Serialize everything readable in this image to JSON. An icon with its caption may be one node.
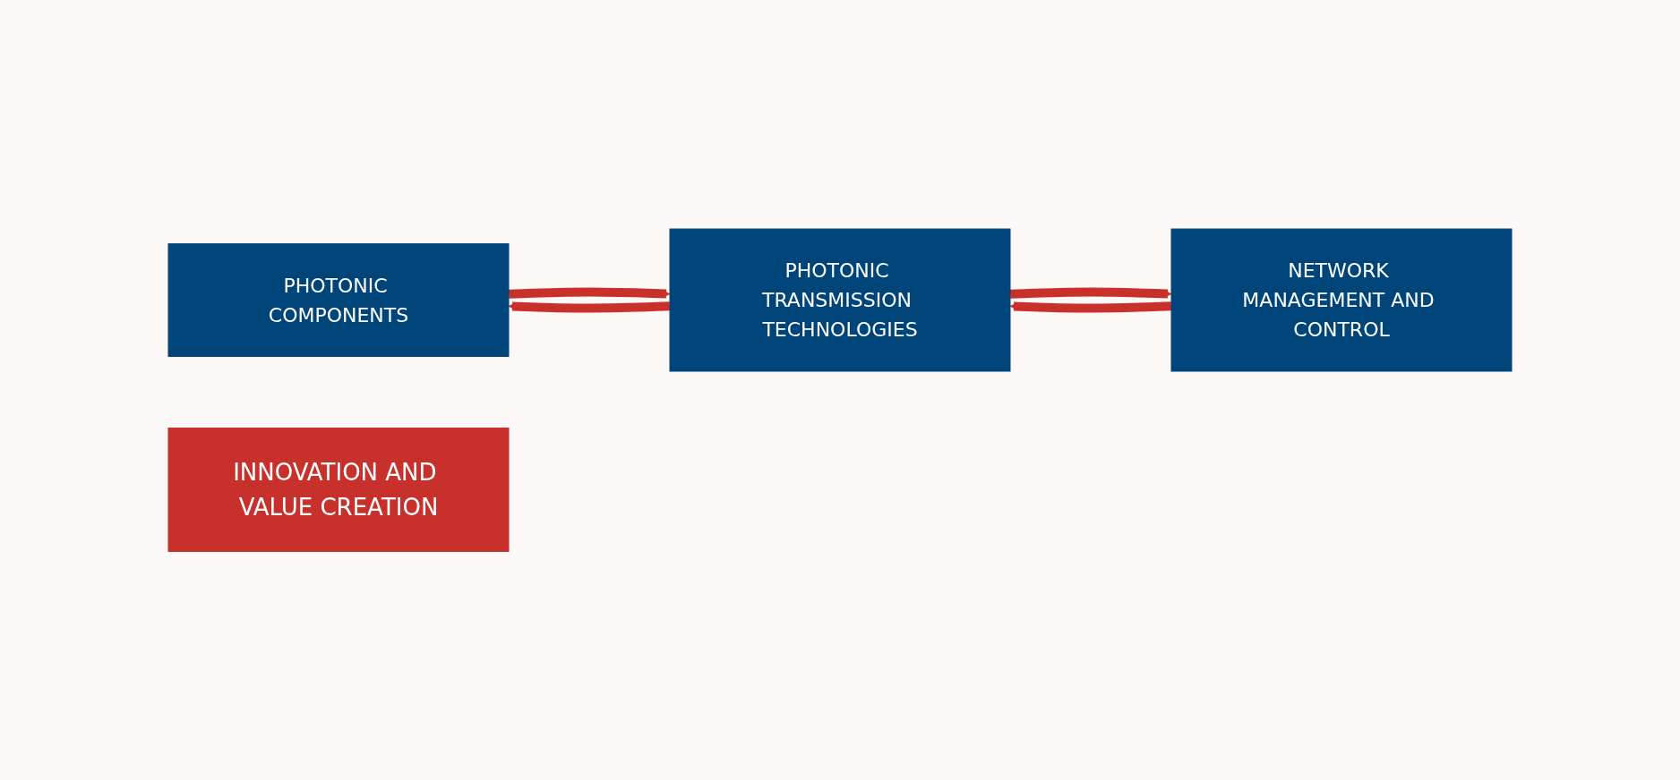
{
  "diagram": {
    "nodes": [
      {
        "text": [
          "PHOTONIC COMPONENTS"
        ]
      },
      {
        "text": [
          "PHOTONIC TRANSMISSION TECHNOLOGIES"
        ]
      },
      {
        "text": [
          "NETWORK MANAGEMENT AND CONTROL"
        ]
      },
      {
        "text": [
          "INNOVATION AND VALUE CREATION"
        ]
      }
    ],
    "edges": [
      {
        "from": 0,
        "to": 1,
        "arrow": "to"
      },
      {
        "from": 1,
        "to": 0,
        "arrow": "to"
      },
      {
        "from": 1,
        "to": 2,
        "arrow": "to"
      },
      {
        "from": 2,
        "to": 1,
        "arrow": "to"
      }
    ]
  }
}
